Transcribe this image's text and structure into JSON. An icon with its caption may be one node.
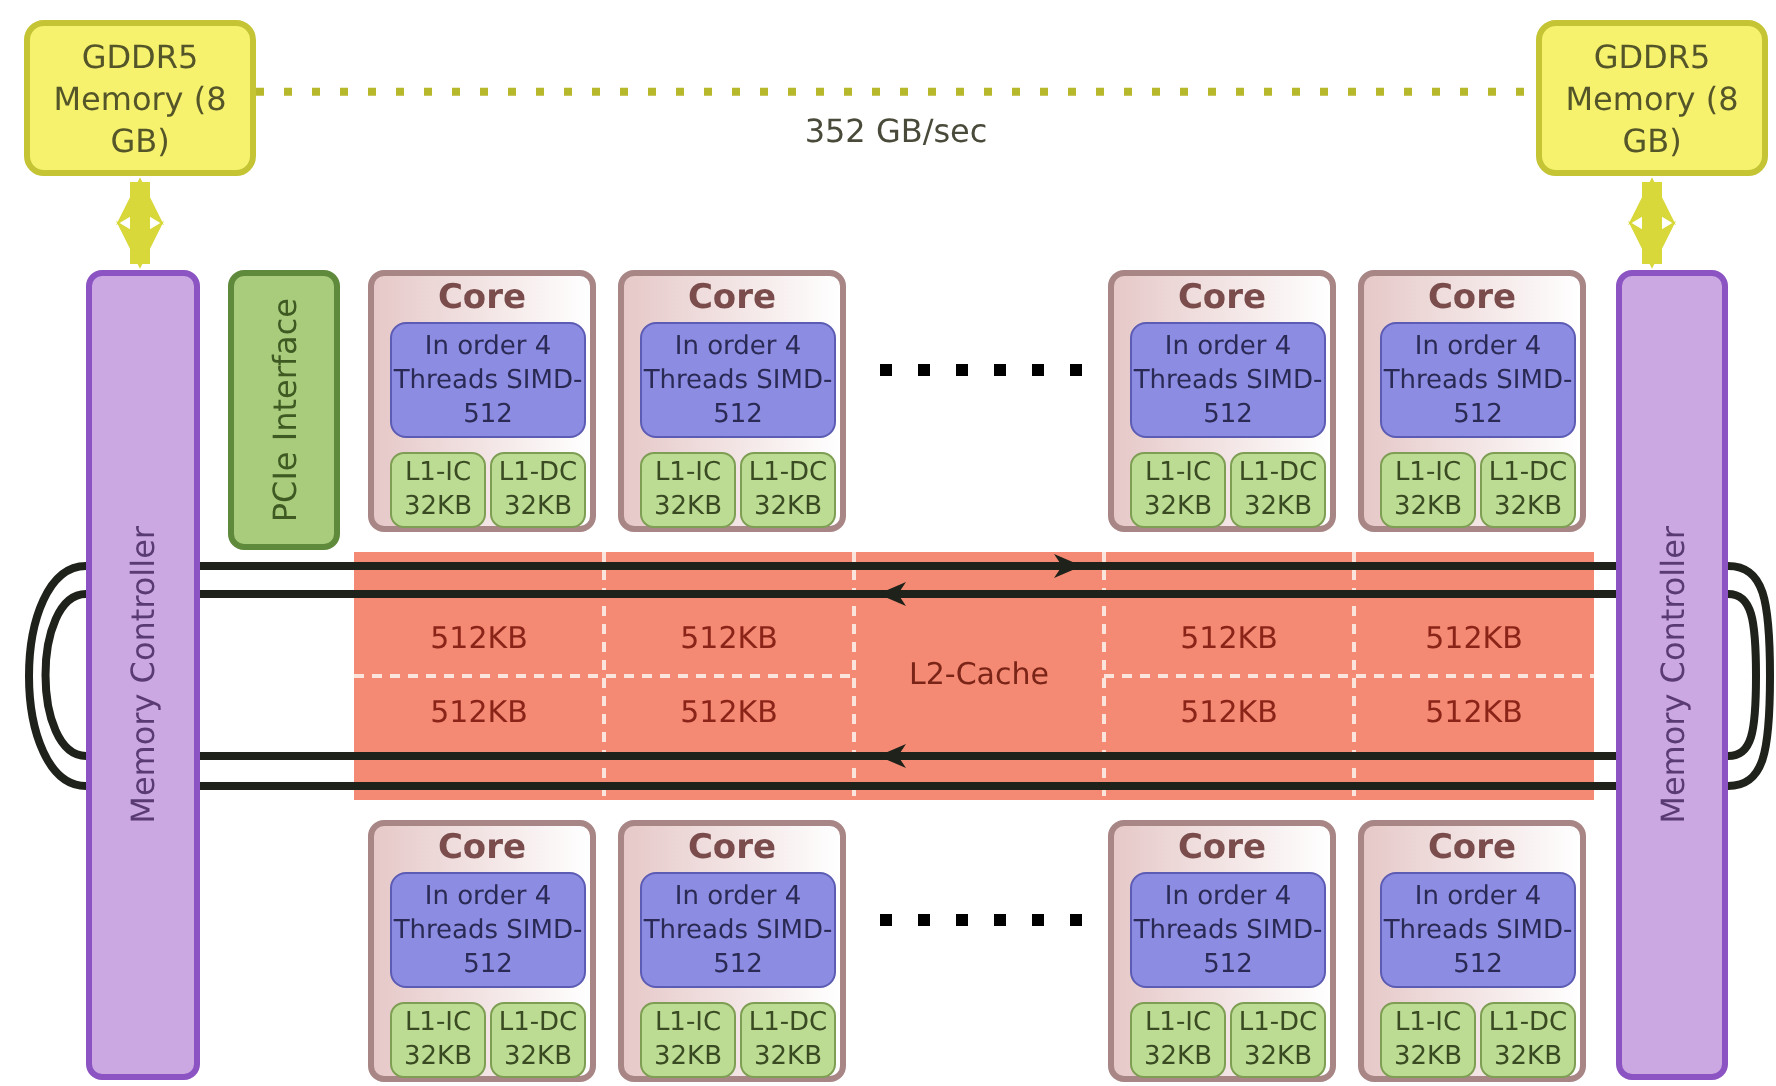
{
  "diagram": {
    "nodes": [
      {
        "text": [
          "GDDR5 Memory (8 GB)"
        ]
      },
      {
        "text": [
          "GDDR5 Memory (8 GB)"
        ]
      },
      {
        "text": [
          "Memory Controller"
        ]
      },
      {
        "text": [
          "PCIe Interface"
        ]
      },
      {
        "text": [
          "Core"
        ]
      },
      {
        "text": [
          "In order 4 Threads SIMD-512"
        ],
        "in": 4
      },
      {
        "text": [
          "L1-IC 32KB"
        ],
        "in": 4
      },
      {
        "text": [
          "L1-DC 32KB"
        ],
        "in": 4
      },
      {
        "text": [
          "Core"
        ]
      },
      {
        "text": [
          "In order 4 Threads SIMD-512"
        ],
        "in": 8
      },
      {
        "text": [
          "L1-IC 32KB"
        ],
        "in": 8
      },
      {
        "text": [
          "L1-DC 32KB"
        ],
        "in": 8
      },
      {
        "text": [
          "Core"
        ]
      },
      {
        "text": [
          "In order 4 Threads SIMD-512"
        ],
        "in": 12
      },
      {
        "text": [
          "L1-IC 32KB"
        ],
        "in": 12
      },
      {
        "text": [
          "L1-DC 32KB"
        ],
        "in": 12
      },
      {
        "text": [
          "Core"
        ]
      },
      {
        "text": [
          "In order 4 Threads SIMD-512"
        ],
        "in": 16
      },
      {
        "text": [
          "L1-IC 32KB"
        ],
        "in": 16
      },
      {
        "text": [
          "L1-DC 32KB"
        ],
        "in": 16
      },
      {
        "text": [
          "Memory Controller"
        ]
      },
      {
        "text": [
          "L2-Cache"
        ]
      },
      {
        "text": [
          "512KB"
        ],
        "in": 21
      },
      {
        "text": [
          "512KB"
        ],
        "in": 21
      },
      {
        "text": [
          "512KB"
        ],
        "in": 21
      },
      {
        "text": [
          "512KB"
        ],
        "in": 21
      },
      {
        "text": [
          "512KB"
        ],
        "in": 21
      },
      {
        "text": [
          "512KB"
        ],
        "in": 21
      },
      {
        "text": [
          "512KB"
        ],
        "in": 21
      },
      {
        "text": [
          "512KB"
        ],
        "in": 21
      },
      {
        "text": [
          "Core"
        ]
      },
      {
        "text": [
          "In order 4 Threads SIMD-512"
        ],
        "in": 30
      },
      {
        "text": [
          "L1-IC 32KB"
        ],
        "in": 30
      },
      {
        "text": [
          "L1-DC 32KB"
        ],
        "in": 30
      },
      {
        "text": [
          "Core"
        ]
      },
      {
        "text": [
          "In order 4 Threads SIMD-512"
        ],
        "in": 34
      },
      {
        "text": [
          "L1-IC 32KB"
        ],
        "in": 34
      },
      {
        "text": [
          "L1-DC 32KB"
        ],
        "in": 34
      },
      {
        "text": [
          "Core"
        ]
      },
      {
        "text": [
          "In order 4 Threads SIMD-512"
        ],
        "in": 38
      },
      {
        "text": [
          "L1-IC 32KB"
        ],
        "in": 38
      },
      {
        "text": [
          "L1-DC 32KB"
        ],
        "in": 38
      },
      {
        "text": [
          "Core"
        ]
      },
      {
        "text": [
          "In order 4 Threads SIMD-512"
        ],
        "in": 42
      },
      {
        "text": [
          "L1-IC 32KB"
        ],
        "in": 42
      },
      {
        "text": [
          "L1-DC 32KB"
        ],
        "in": 42
      }
    ],
    "edges": [
      {
        "from": 0,
        "to": 1,
        "arrow": "none",
        "label": "352 GB/sec",
        "style": "dashed",
        "color": "#b8b82c"
      },
      {
        "from": 0,
        "to": 2,
        "arrow": "both",
        "style": "thick",
        "color": "#d8d83a"
      },
      {
        "from": 1,
        "to": 20,
        "arrow": "both",
        "style": "thick",
        "color": "#d8d83a"
      },
      {
        "from": 2,
        "to": 20,
        "arrow": "to"
      },
      {
        "from": 20,
        "to": 2,
        "arrow": "to"
      },
      {
        "from": 20,
        "to": 2,
        "arrow": "to"
      },
      {
        "from": 2,
        "to": 20,
        "arrow": "none"
      }
    ]
  }
}
